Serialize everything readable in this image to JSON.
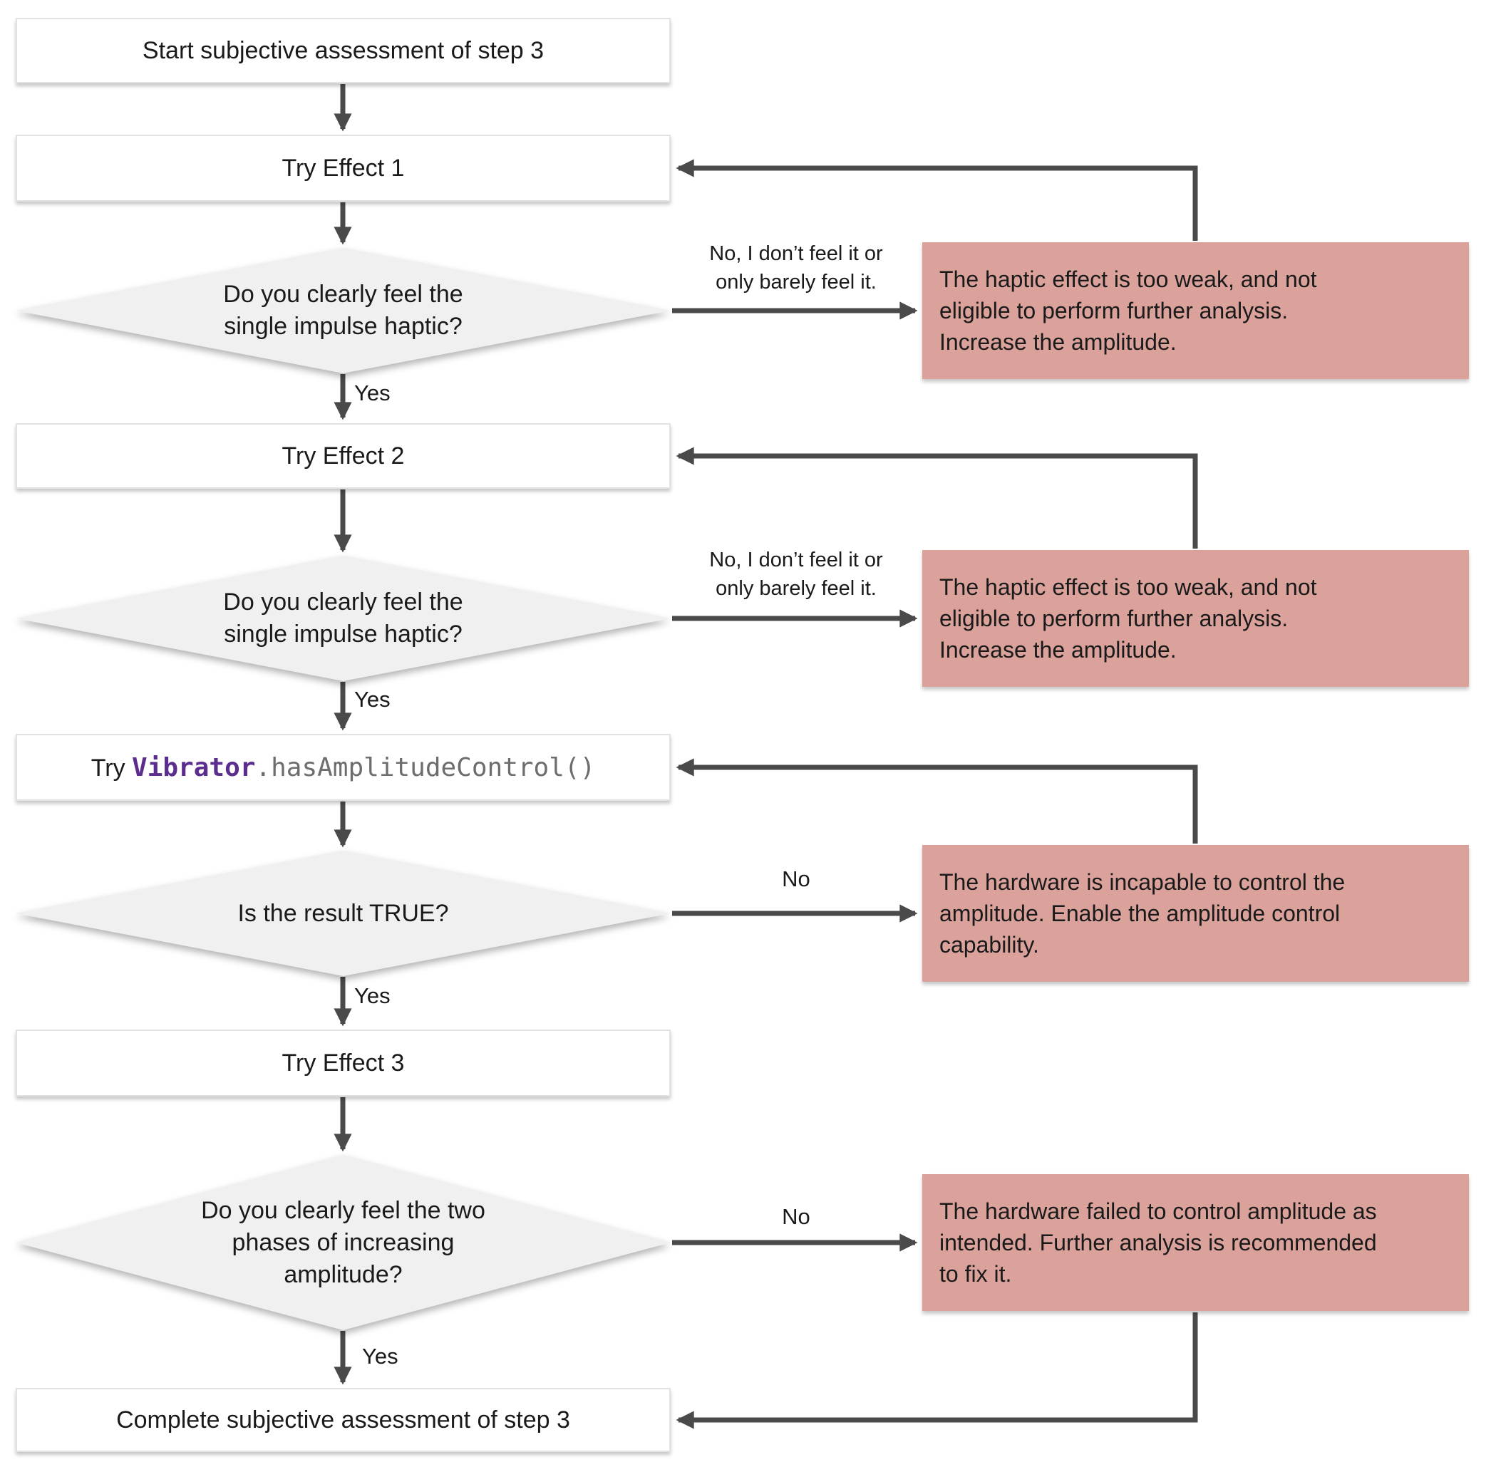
{
  "colors": {
    "canvas_bg": "#ffffff",
    "process_fill": "#ffffff",
    "process_border": "#e2e2e2",
    "decision_fill": "#f0f0f0",
    "error_fill": "#dba29c",
    "connector": "#4a4a4a",
    "text": "#1a1a1a",
    "code_class_color": "#5b2d8e",
    "code_method_color": "#6d6d6d"
  },
  "flow": {
    "nodes": {
      "start": {
        "label": "Start subjective assessment of step 3"
      },
      "try_effect_1": {
        "label": "Try Effect 1"
      },
      "decision_1": {
        "label": "Do you clearly feel the\nsingle impulse haptic?"
      },
      "error_1": {
        "label": "The haptic effect is too weak, and not\neligible to perform further analysis.\nIncrease the amplitude."
      },
      "try_effect_2": {
        "label": "Try Effect 2"
      },
      "decision_2": {
        "label": "Do you clearly feel the\nsingle impulse haptic?"
      },
      "error_2": {
        "label": "The haptic effect is too weak, and not\neligible to perform further analysis.\nIncrease the amplitude."
      },
      "try_amplitude_control": {
        "prefix": "Try ",
        "code_class": "Vibrator",
        "code_method": ".hasAmplitudeControl()"
      },
      "decision_3": {
        "label": "Is the result TRUE?"
      },
      "error_3": {
        "label": "The hardware is incapable to control the\namplitude. Enable the amplitude control\ncapability."
      },
      "try_effect_3": {
        "label": "Try Effect 3"
      },
      "decision_4": {
        "label": "Do you clearly feel the two\nphases of increasing\namplitude?"
      },
      "error_4": {
        "label": "The hardware failed to control amplitude as\nintended. Further analysis is recommended\nto fix it."
      },
      "complete": {
        "label": "Complete subjective assessment of step 3"
      }
    },
    "edge_labels": {
      "yes_1": "Yes",
      "yes_2": "Yes",
      "yes_3": "Yes",
      "yes_4": "Yes",
      "no_long_1": "No, I don’t feel it or\nonly barely feel it.",
      "no_long_2": "No, I don’t feel it or\nonly barely feel it.",
      "no_3": "No",
      "no_4": "No"
    }
  }
}
